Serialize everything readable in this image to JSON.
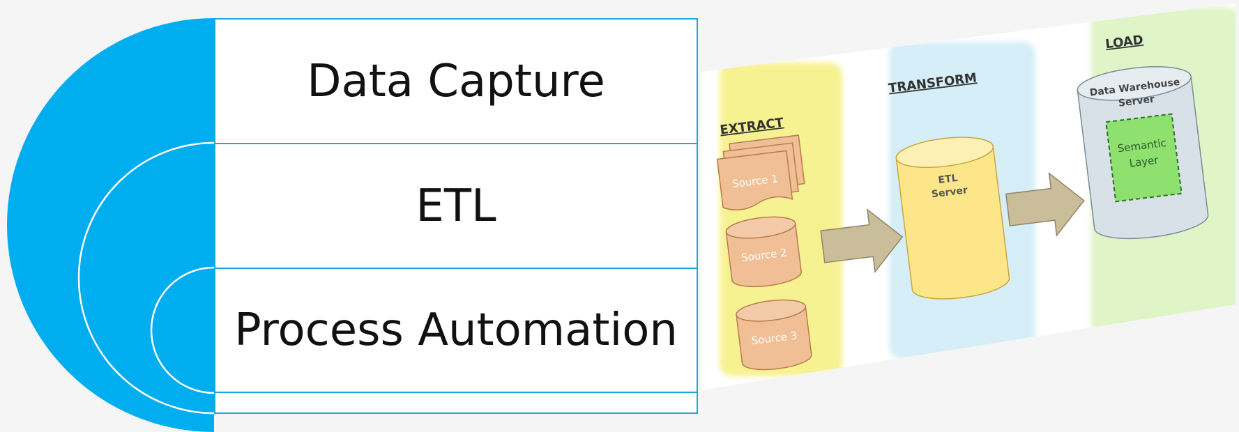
{
  "left_panel": {
    "boxes": [
      {
        "label": "Data Capture"
      },
      {
        "label": "ETL"
      },
      {
        "label": "Process Automation"
      },
      {
        "label": ""
      }
    ]
  },
  "etl_diagram": {
    "extract_heading": "EXTRACT",
    "transform_heading": "TRANSFORM",
    "load_heading": "LOAD",
    "sources": [
      "Source 1",
      "Source 2",
      "Source 3"
    ],
    "etl_server": [
      "ETL",
      "Server"
    ],
    "warehouse_server": [
      "Data Warehouse",
      "Server"
    ],
    "semantic_layer": [
      "Semantic",
      "Layer"
    ]
  },
  "colors": {
    "accent_blue": "#00aeef",
    "box_border": "#1aa8e0",
    "extract_panel": "#f7f291",
    "transform_panel": "#d6eef7",
    "load_panel": "#dff5c8",
    "source_fill": "#f1bf95",
    "etl_cylinder": "#fde68a",
    "warehouse_fill": "#d8e1e7",
    "semantic_fill": "#8ee06f",
    "arrow_fill": "#cabd9a"
  }
}
